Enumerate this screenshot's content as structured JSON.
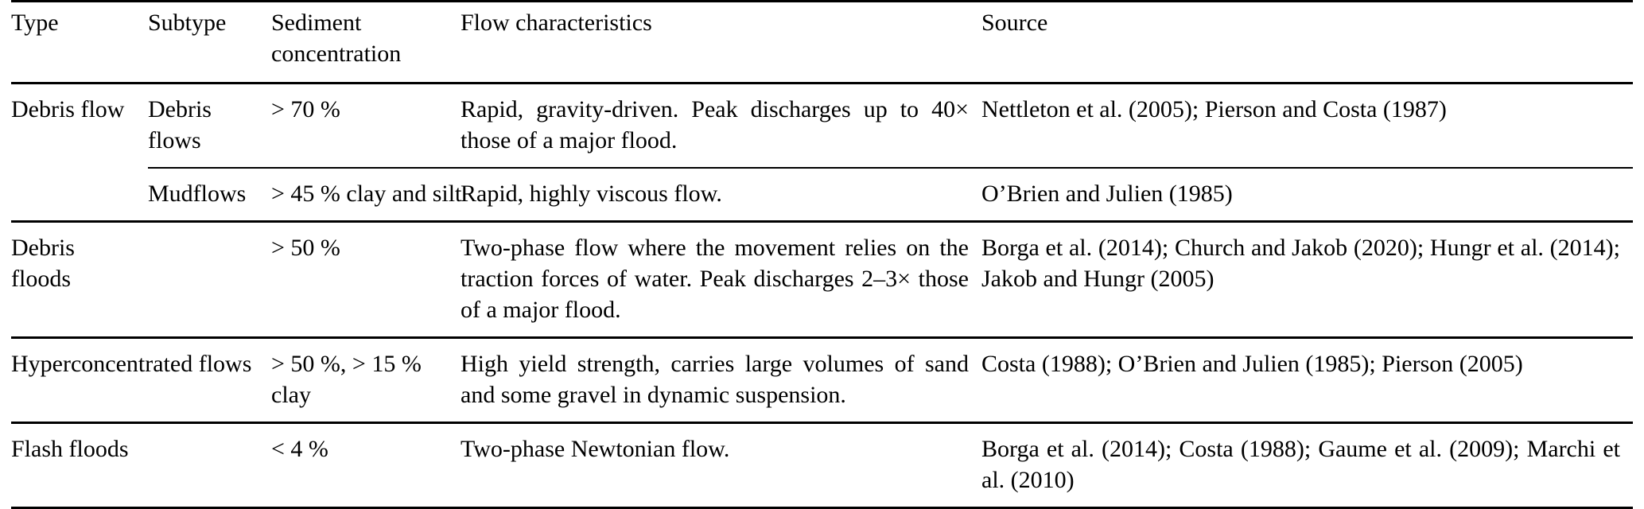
{
  "table": {
    "columns": [
      {
        "id": "type",
        "label": "Type"
      },
      {
        "id": "subtype",
        "label": "Subtype"
      },
      {
        "id": "sediment",
        "label": "Sediment concentration"
      },
      {
        "id": "flow",
        "label": "Flow characteristics"
      },
      {
        "id": "source",
        "label": "Source"
      }
    ],
    "rows": [
      {
        "type": "Debris flow",
        "subtype": "Debris flows",
        "sediment": "> 70 %",
        "flow": "Rapid, gravity-driven. Peak discharges up to 40× those of a major flood.",
        "source": "Nettleton et al. (2005); Pierson and Costa (1987)"
      },
      {
        "type": "",
        "subtype": "Mudflows",
        "sediment": "> 45 % clay and silt",
        "flow": "Rapid, highly viscous flow.",
        "source": "O’Brien and Julien (1985)"
      },
      {
        "type": "Debris floods",
        "subtype": "",
        "sediment": "> 50 %",
        "flow": "Two-phase flow where the movement relies on the traction forces of water. Peak discharges 2–3× those of a major flood.",
        "source": "Borga et al. (2014); Church and Jakob (2020); Hungr et al. (2014); Jakob and Hungr (2005)"
      },
      {
        "type": "Hyperconcentrated flows",
        "subtype": "",
        "sediment": "> 50 %, > 15 % clay",
        "flow": "High yield strength, carries large volumes of sand and some gravel in dynamic suspension.",
        "source": "Costa (1988); O’Brien and Julien (1985); Pierson (2005)"
      },
      {
        "type": "Flash floods",
        "subtype": "",
        "sediment": "< 4 %",
        "flow": "Two-phase Newtonian flow.",
        "source": "Borga et al. (2014); Costa (1988); Gaume et al. (2009); Marchi et al. (2010)"
      }
    ]
  },
  "style": {
    "text_color": "#000000",
    "background": "#ffffff",
    "rule_color": "#000000"
  }
}
